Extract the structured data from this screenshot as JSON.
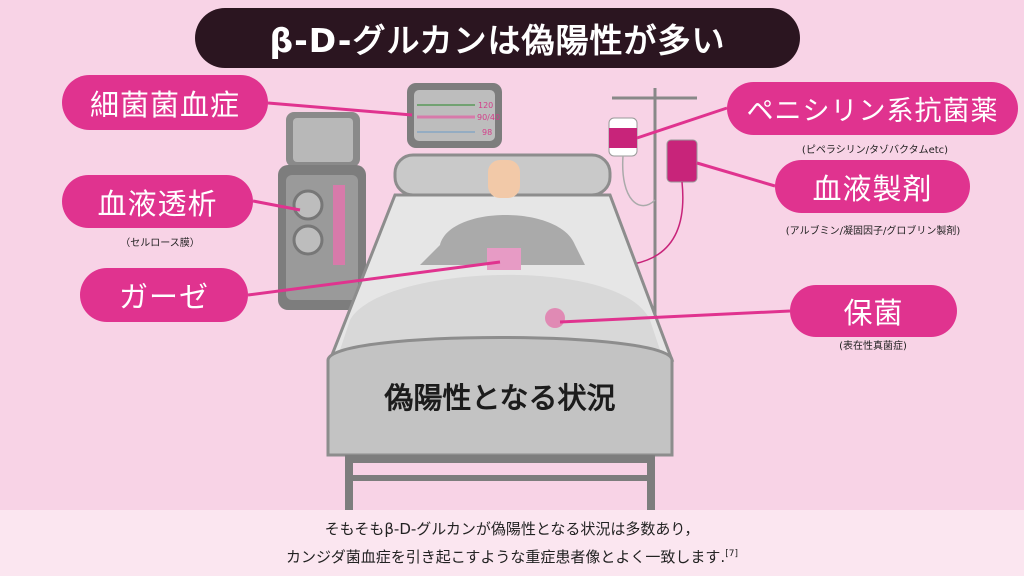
{
  "title": "β-D-グルカンは偽陽性が多い",
  "labels": {
    "bacteremia": "細菌菌血症",
    "dialysis": "血液透析",
    "dialysis_note": "（セルロース膜）",
    "gauze": "ガーゼ",
    "penicillin": "ペニシリン系抗菌薬",
    "penicillin_note": "(ピペラシリン/タゾバクタムetc)",
    "blood_products": "血液製剤",
    "blood_products_note": "(アルブミン/凝固因子/グロブリン製剤)",
    "colonization": "保菌",
    "colonization_note": "(表在性真菌症)"
  },
  "monitor": {
    "hr": "120",
    "bp": "90/40",
    "spo2": "98"
  },
  "bed_text": "偽陽性となる状況",
  "footer": {
    "line1": "そもそもβ-D-グルカンが偽陽性となる状況は多数あり，",
    "line2": "カンジダ菌血症を引き起こすような重症患者像とよく一致します.",
    "ref": "[7]"
  },
  "colors": {
    "accent": "#e0338f",
    "title_bg": "#2b1520",
    "background": "#f8d3e6"
  }
}
